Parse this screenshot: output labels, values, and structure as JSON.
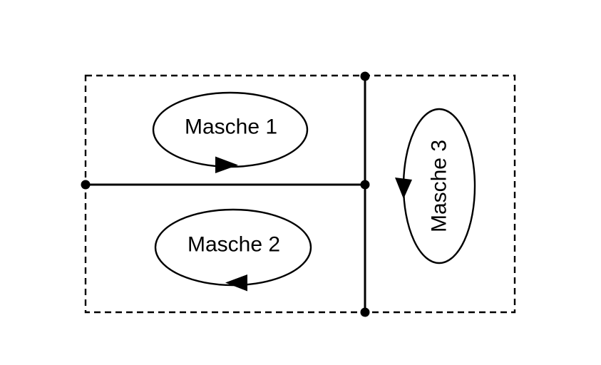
{
  "diagram": {
    "type": "circuit-mesh-diagram",
    "background_color": "#ffffff",
    "line_color": "#000000",
    "boundary_style": "dashed",
    "junction_node_count": 4,
    "meshes": [
      {
        "label": "Masche 1",
        "region": "top-left",
        "text_orientation": "horizontal",
        "arrow_position": "bottom-of-loop",
        "arrow_points": "right",
        "loop_direction": "counterclockwise"
      },
      {
        "label": "Masche 2",
        "region": "bottom-left",
        "text_orientation": "horizontal",
        "arrow_position": "bottom-of-loop",
        "arrow_points": "left",
        "loop_direction": "clockwise"
      },
      {
        "label": "Masche 3",
        "region": "right",
        "text_orientation": "vertical-bottom-to-top",
        "arrow_position": "left-of-loop",
        "arrow_points": "down",
        "loop_direction": "counterclockwise"
      }
    ]
  }
}
